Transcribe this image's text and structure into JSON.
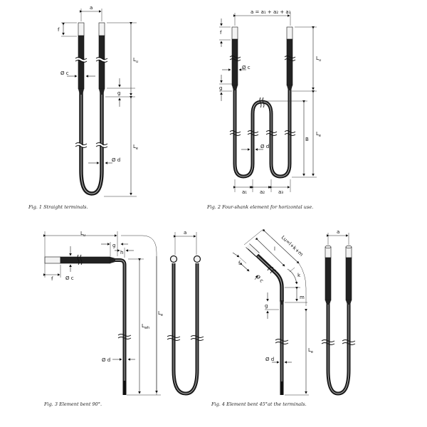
{
  "figures": [
    {
      "id": "fig1",
      "caption": "Fig. 1  Straight terminals.",
      "labels": {
        "a": "a",
        "f": "f",
        "c": "Ø c",
        "g": "g",
        "d": "Ø d",
        "Lu": "L",
        "Lu_sub": "u",
        "Le": "L",
        "Le_sub": "e"
      }
    },
    {
      "id": "fig2",
      "caption": "Fig. 2  Four-shank element for horizontal use.",
      "labels": {
        "a_total": "a = a₁ + a₂ + a₃",
        "f": "f",
        "c": "Ø c",
        "g": "g",
        "d": "Ø d",
        "B": "B",
        "Lu": "L",
        "Lu_sub": "u",
        "Le": "L",
        "Le_sub": "e",
        "a1": "a₁",
        "a2": "a₂",
        "a3": "a₃"
      }
    },
    {
      "id": "fig3",
      "caption": "Fig. 3  Element bent 90°.",
      "labels": {
        "Lu": "L",
        "Lu_sub": "u",
        "g": "g",
        "h": "h",
        "f": "f",
        "c": "Ø c",
        "d": "Ø d",
        "Lwh": "L",
        "Lwh_sub": "wh",
        "Le": "L",
        "Le_sub": "e",
        "a": "a"
      }
    },
    {
      "id": "fig4",
      "caption": "Fig. 4  Element bent 45°at the terminals.",
      "labels": {
        "Lu_formula": "Lu=l+k+m",
        "l": "l",
        "f": "f",
        "c": "Ø c",
        "k": "k",
        "m": "m",
        "g": "g",
        "d": "Ø d",
        "Le": "L",
        "Le_sub": "e",
        "a": "a"
      }
    }
  ]
}
